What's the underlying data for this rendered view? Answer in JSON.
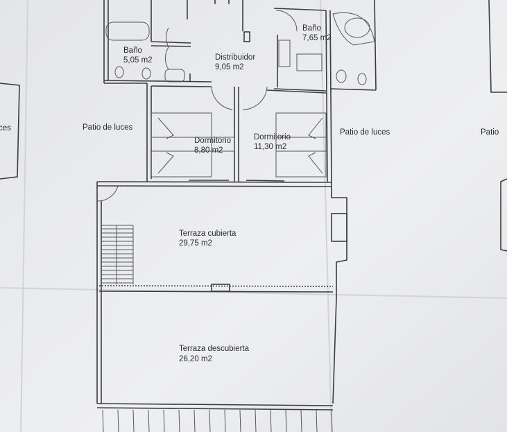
{
  "rooms": {
    "bano_left": {
      "name": "Baño",
      "area": "5,05 m2"
    },
    "distribuidor": {
      "name": "Distribuidor",
      "area": "9,05 m2"
    },
    "bano_right": {
      "name": "Baño",
      "area": "7,65 m2"
    },
    "dormitorio_left": {
      "name": "Dormitorio",
      "area": "8,80 m2"
    },
    "dormitorio_right": {
      "name": "Dormitorio",
      "area": "11,30 m2"
    },
    "terraza_cubierta": {
      "name": "Terraza cubierta",
      "area": "29,75 m2"
    },
    "terraza_descubierta": {
      "name": "Terraza descubierta",
      "area": "26,20 m2"
    }
  },
  "patios": {
    "left": "Patio de luces",
    "right": "Patio de luces",
    "far_right_partial": "Patio",
    "far_left_partial": "ces"
  },
  "colors": {
    "paper": "#e9eaec",
    "ink": "#3a3b40"
  }
}
